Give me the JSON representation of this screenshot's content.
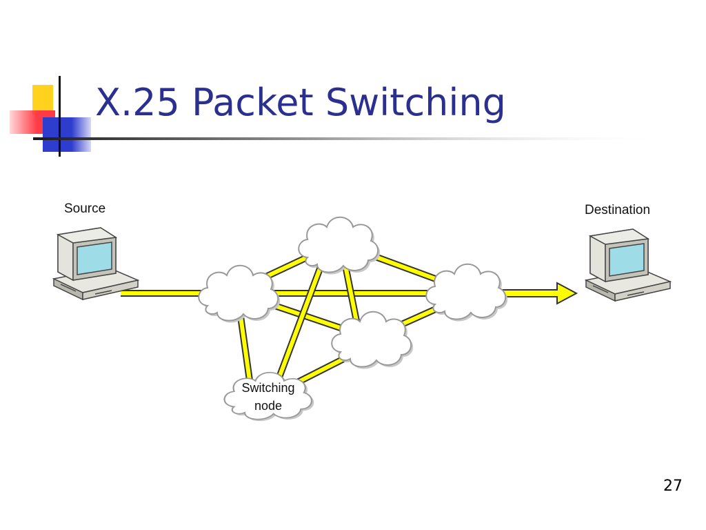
{
  "slide": {
    "title": "X.25 Packet Switching",
    "page_number": "27"
  },
  "diagram": {
    "source_label": "Source",
    "destination_label": "Destination",
    "switching_node_label_line1": "Switching",
    "switching_node_label_line2": "node",
    "colors": {
      "link_fill": "#ffff00",
      "link_outline": "#333333",
      "title_accent": "#2b2f8f",
      "deco_yellow": "#ffd21e",
      "deco_red": "#ff3c46",
      "deco_blue": "#2f3dcf"
    },
    "icons": [
      "computer-icon",
      "cloud-icon",
      "arrow-icon"
    ]
  }
}
